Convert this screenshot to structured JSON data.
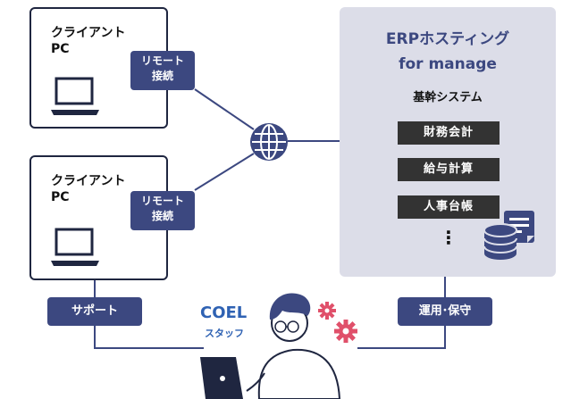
{
  "clients": [
    {
      "title": "クライアント\nPC",
      "badge": "リモート\n接続"
    },
    {
      "title": "クライアント\nPC",
      "badge": "リモート\n接続"
    }
  ],
  "erp": {
    "title_line1": "ERPホスティング",
    "title_line2": "for manage",
    "subtitle": "基幹システム",
    "systems": [
      "財務会計",
      "給与計算",
      "人事台帳"
    ],
    "ellipsis": "⋮"
  },
  "labels": {
    "support": "サポート",
    "operation": "運用･保守"
  },
  "staff": {
    "name": "COEL",
    "role": "スタッフ"
  },
  "colors": {
    "navy": "#3c4880",
    "panel": "#dcdde8",
    "dark": "#333333",
    "accent_blue": "#2f62b3",
    "gear": "#e0506a"
  }
}
